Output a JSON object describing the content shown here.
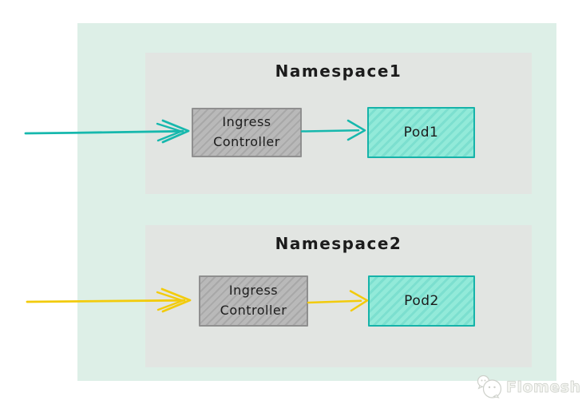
{
  "colors": {
    "page_bg": "#ffffff",
    "cluster_bg": "#ddefe7",
    "namespace_bg": "#e2e5e2",
    "ingress_fill": "#b9b9b9",
    "ingress_hatch": "#a8a8a8",
    "ingress_border": "#8f8f8f",
    "pod_fill": "#92ead9",
    "pod_hatch": "#7cdfcf",
    "pod_border": "#16b3a9",
    "teal_arrow": "#16b8ad",
    "yellow_arrow": "#f2cb0c",
    "text": "#1c1c1c"
  },
  "namespaces": [
    {
      "title": "Namespace1",
      "ingress": {
        "line1": "Ingress",
        "line2": "Controller"
      },
      "pod": "Pod1",
      "arrow_color_name": "teal"
    },
    {
      "title": "Namespace2",
      "ingress": {
        "line1": "Ingress",
        "line2": "Controller"
      },
      "pod": "Pod2",
      "arrow_color_name": "yellow"
    }
  ],
  "watermark": {
    "label": "Flomesh"
  }
}
